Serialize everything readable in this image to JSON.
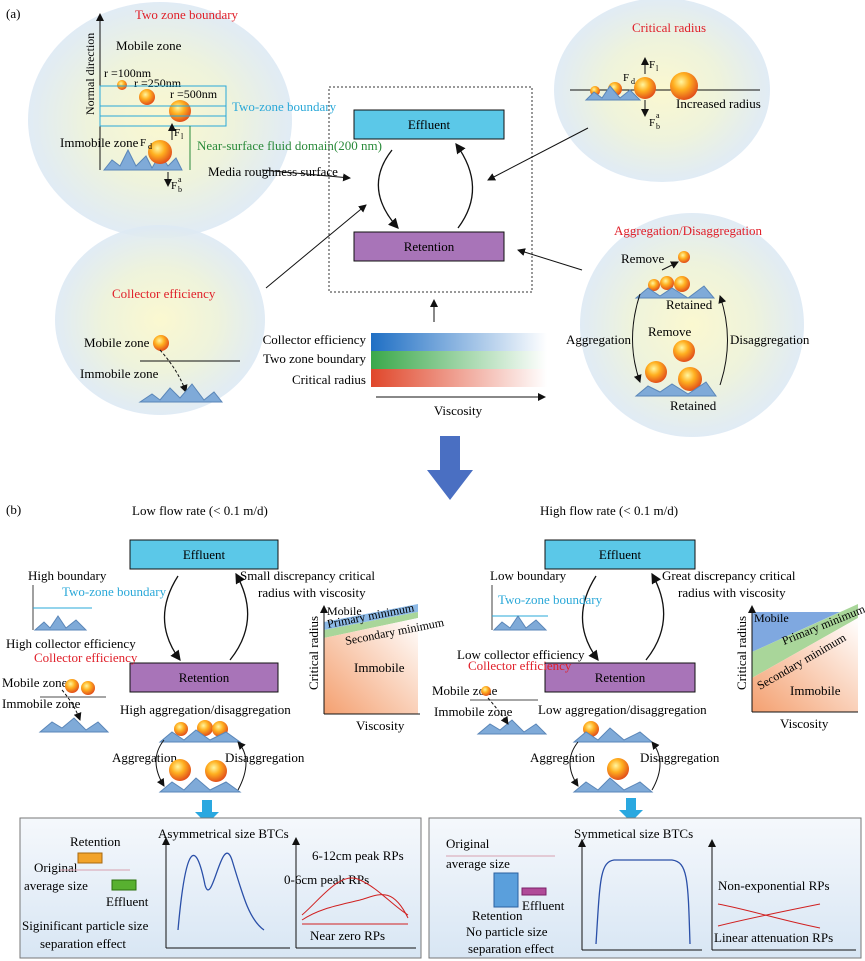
{
  "panel_a": {
    "label": "(a)",
    "two_zone": {
      "title": "Two zone boundary",
      "normal_direction": "Normal direction",
      "mobile_zone": "Mobile zone",
      "r100": "r =100nm",
      "r250": "r =250nm",
      "r500": "r =500nm",
      "two_zone_boundary": "Two-zone boundary",
      "immobile_zone": "Immobile zone",
      "near_surface": "Near-surface fluid domain(200 nm)",
      "media_roughness": "Media roughness surface",
      "fl": "F",
      "fl_sub": "l",
      "fd": "F",
      "fd_sub": "d",
      "fb": "F",
      "fb_sub": "b",
      "fb_sup": "a"
    },
    "critical_radius": {
      "title": "Critical radius",
      "increased_radius": "Increased radius",
      "fl": "F",
      "fl_sub": "l",
      "fd": "F",
      "fd_sub": "d",
      "fb": "F",
      "fb_sub": "b",
      "fb_sup": "a"
    },
    "aggregation": {
      "title": "Aggregation/Disaggregation",
      "remove_top": "Remove",
      "retained_top": "Retained",
      "aggregation": "Aggregation",
      "remove_mid": "Remove",
      "disaggregation": "Disaggregation",
      "retained_bottom": "Retained"
    },
    "collector": {
      "title": "Collector efficiency",
      "mobile_zone": "Mobile zone",
      "immobile_zone": "Immobile zone"
    },
    "center": {
      "effluent": "Effluent",
      "retention": "Retention"
    },
    "legend": {
      "items": [
        "Collector efficiency",
        "Two zone boundary",
        "Critical radius"
      ],
      "colors": [
        "#1f6fc4",
        "#3aa84a",
        "#e0472b"
      ],
      "axis": "Viscosity"
    }
  },
  "panel_b": {
    "label": "(b)",
    "colors": {
      "effluent_box": "#5bc8e8",
      "retention_box": "#a874b8",
      "red_text": "#e0202a",
      "blue_text": "#2aa8d8",
      "arrow_blue": "#4a6fc2"
    },
    "low": {
      "title": "Low flow rate (< 0.1 m/d)",
      "effluent": "Effluent",
      "retention": "Retention",
      "high_boundary": "High boundary",
      "two_zone_boundary": "Two-zone boundary",
      "small_discrepancy_1": "Small discrepancy critical",
      "small_discrepancy_2": "radius with viscosity",
      "high_collector": "High collector efficiency",
      "collector_efficiency": "Collector efficiency",
      "mobile_zone": "Mobile zone",
      "immobile_zone": "Immobile zone",
      "high_agg": "High aggregation/disaggregation",
      "aggregation": "Aggregation",
      "disaggregation": "Disaggregation",
      "chart": {
        "ylabel": "Critical radius",
        "xlabel": "Viscosity",
        "mobile": "Mobile",
        "primary": "Primary minimum",
        "secondary": "Secondary minimum",
        "immobile": "Immobile"
      },
      "box": {
        "retention": "Retention",
        "original_1": "Original",
        "original_2": "average size",
        "effluent": "Effluent",
        "separation_1": "Siginificant particle size",
        "separation_2": "separation effect",
        "btc_title": "Asymmetrical size BTCs",
        "peak_6_12": "6-12cm peak RPs",
        "peak_0_6": "0-6cm peak RPs",
        "near_zero": "Near zero RPs"
      }
    },
    "high": {
      "title": "High flow rate (< 0.1 m/d)",
      "effluent": "Effluent",
      "retention": "Retention",
      "low_boundary": "Low boundary",
      "two_zone_boundary": "Two-zone boundary",
      "great_discrepancy_1": "Great discrepancy critical",
      "great_discrepancy_2": "radius with viscosity",
      "low_collector": "Low collector efficiency",
      "collector_efficiency": "Collector efficiency",
      "mobile_zone": "Mobile zone",
      "immobile_zone": "Immobile zone",
      "low_agg": "Low aggregation/disaggregation",
      "aggregation": "Aggregation",
      "disaggregation": "Disaggregation",
      "chart": {
        "ylabel": "Critical radius",
        "xlabel": "Viscosity",
        "mobile": "Mobile",
        "primary": "Primary minimum",
        "secondary": "Secondary minimum",
        "immobile": "Immobile"
      },
      "box": {
        "original_1": "Original",
        "original_2": "average size",
        "retention": "Retention",
        "effluent": "Effluent",
        "separation_1": "No particle size",
        "separation_2": "separation effect",
        "btc_title": "Symmetical size BTCs",
        "non_exp": "Non-exponential  RPs",
        "linear": "Linear attenuation RPs"
      }
    }
  }
}
